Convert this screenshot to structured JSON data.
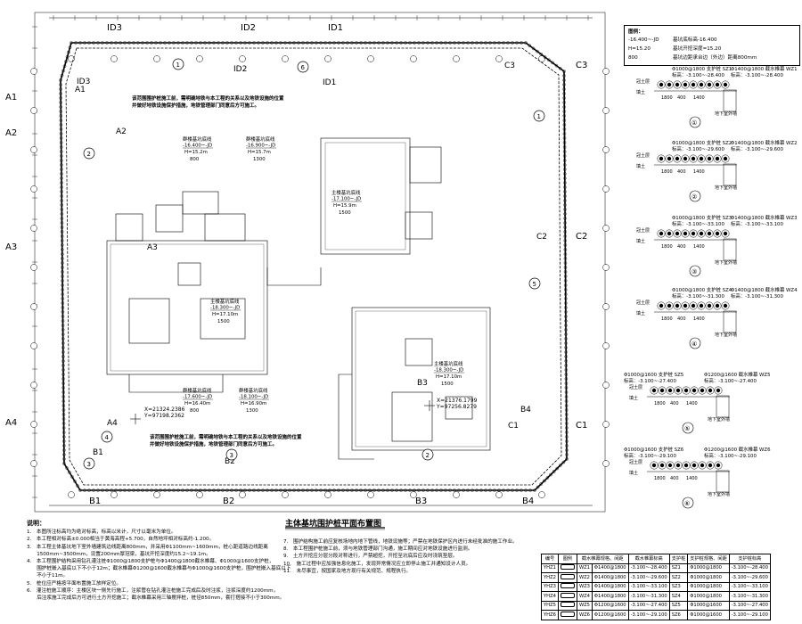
{
  "zones": {
    "top": [
      "ID3",
      "ID2",
      "ID1"
    ],
    "top_inner": [
      "ID3",
      "ID2",
      "ID1"
    ],
    "left": [
      "A1",
      "A2",
      "A3",
      "A4"
    ],
    "left_inner": [
      "A1",
      "A2",
      "A3",
      "A4"
    ],
    "right": [
      "C3",
      "C2",
      "C1"
    ],
    "right_inner": [
      "C3",
      "C2",
      "C1"
    ],
    "bottom": [
      "B1",
      "B2",
      "B3",
      "B4"
    ],
    "bottom_inner": [
      "B1",
      "B2",
      "B3",
      "B4"
    ]
  },
  "section_markers": [
    "1",
    "2",
    "3",
    "4",
    "5",
    "6"
  ],
  "pits": [
    {
      "title": "主楼基坑底线",
      "elev": "-17.100~-JD",
      "h": "H=15.9m",
      "w": "1500"
    },
    {
      "title": "主楼基坑底线",
      "elev": "-18.300~-JD",
      "h": "H=17.10m",
      "w": "1500"
    },
    {
      "title": "主楼基坑底线",
      "elev": "-18.300~-JD",
      "h": "H=17.10m",
      "w": "1500"
    },
    {
      "title": "群楼基坑底线",
      "elev": "-16.400~-JD",
      "h": "H=15.2m",
      "w": "800"
    },
    {
      "title": "群楼基坑底线",
      "elev": "-16.900~-JD",
      "h": "H=15.7m",
      "w": "1300"
    },
    {
      "title": "群楼基坑底线",
      "elev": "-17.600~-JD",
      "h": "H=16.40m",
      "w": "800"
    },
    {
      "title": "群楼基坑底线",
      "elev": "-18.100~-JD",
      "h": "H=16.90m",
      "w": "1300"
    }
  ],
  "coords": [
    {
      "x": "X=21324.2386",
      "y": "Y=97198.2362"
    },
    {
      "x": "X=21376.1799",
      "y": "Y=97256.8279"
    }
  ],
  "annotations": [
    "该范围围护桩施工前，需明确地铁与本工程的关系以及地铁设施的位置",
    "并做好地铁设施保护措施，地铁管理部门同意后方可施工。",
    "该范围围护桩施工前，需明确地铁与本工程的关系以及地铁设施的位置",
    "并做好地铁设施保护措施，地铁管理部门同意后方可施工。"
  ],
  "plan_title": "主体基坑围护桩平面布置图",
  "legend": {
    "label": "图例：",
    "rows": [
      {
        "value": "-16.400~-JD",
        "desc": "基坑底标高-16.400"
      },
      {
        "value": "H=15.20",
        "desc": "基坑开挖深度=15.20"
      },
      {
        "value": "800",
        "desc": "基坑边距承台边（外边）距离800mm"
      }
    ]
  },
  "sections": [
    {
      "id": "①",
      "sz": "Φ1000@1800 支护桩 SZ1",
      "sz_elev": "标高：-3.100~-28.400",
      "wz": "Φ1400@1800 截水帷幕 WZ1",
      "wz_elev": "标高：-3.100~-28.400"
    },
    {
      "id": "②",
      "sz": "Φ1000@1800 支护桩 SZ2",
      "sz_elev": "标高：-3.100~-29.600",
      "wz": "Φ1400@1800 截水帷幕 WZ2",
      "wz_elev": "标高：-3.100~-29.600"
    },
    {
      "id": "③",
      "sz": "Φ1000@1800 支护桩 SZ3",
      "sz_elev": "标高：-3.100~-33.100",
      "wz": "Φ1400@1800 截水帷幕 WZ3",
      "wz_elev": "标高：-3.100~-33.100"
    },
    {
      "id": "④",
      "sz": "Φ1000@1800 支护桩 SZ4",
      "sz_elev": "标高：-3.100~-31.300",
      "wz": "Φ1400@1800 截水帷幕 WZ4",
      "wz_elev": "标高：-3.100~-31.300"
    },
    {
      "id": "⑤",
      "sz": "Φ1000@1600 支护桩 SZ5",
      "sz_elev": "标高：-3.100~-27.400",
      "wz": "Φ1200@1600 截水帷幕 WZ5",
      "wz_elev": "标高：-3.100~-27.400"
    },
    {
      "id": "⑥",
      "sz": "Φ1000@1600 支护桩 SZ6",
      "sz_elev": "标高：-3.100~-29.100",
      "wz": "Φ1200@1600 截水帷幕 WZ6",
      "wz_elev": "标高：-3.100~-29.100"
    }
  ],
  "section_labels": {
    "outside": "地下室外墙",
    "soil": "冠土层",
    "fill": "填土",
    "dims": [
      "1800",
      "400",
      "1400"
    ]
  },
  "notes": {
    "title": "说明：",
    "lines": [
      "1.　本图所注标高均为绝对标高，标高以米计，尺寸以毫米为单位。",
      "2.　本工程相对标高±0.000相当于黄海高程+5.700，自然地坪相对标高约-1.200。",
      "3.　本工程主体基坑地下室外墙建筑边线距离800mm，并采用Φ1100mm~1600mm，桩心距道路边线距离",
      "　　1500mm~3500mm，设置200mm厚冠梁，基坑开挖深度约15.2~19.1m。",
      "4.　本工程围护结构采用钻孔灌注桩Φ1000@1800支护桩与Φ1400@1800截水帷幕、Φ1000@1600支护桩，",
      "　　围护桩嵌入基底以下不小于12m；截水帷幕Φ1200@1600截水帷幕与Φ1000@1600支护桩，围护桩嵌入基底以下",
      "　　不小于11m。",
      "5.　桩位应严格按平面布置施工放样定位。",
      "6.　灌注桩施工顺序：主楼区块一侧先行施工，注浆管在钻孔灌注桩施工完成后及时注浆，注浆深度约1200mm，",
      "　　后注浆施工完成后方可进行土方开挖施工；截水帷幕采用三轴搅拌桩，桩径850mm，套打搭接不小于300mm。",
      "7.　围护结构施工前应复核场地内地下管线，地铁设施等；严禁在地铁保护区内进行未经批准的施工作业。",
      "8.　本工程围护桩施工前，须与地铁管理部门沟通，施工期间应对地铁设施进行监测。",
      "9.　土方开挖应分层分段对称进行，严禁超挖，开挖至坑底后应及时浇筑垫层。",
      "10.　施工过程中应加强信息化施工，发现异常情况应立即停止施工并通知设计人员。",
      "11.　未尽事宜，按国家及地方现行有关规范、规程执行。"
    ]
  },
  "schedule": {
    "headers": [
      "编号",
      "图例",
      "截水帷幕规格、间距",
      "截水帷幕标高",
      "支护桩",
      "支护桩规格、间距",
      "支护桩标高"
    ],
    "rows": [
      [
        "YHZ1",
        "",
        "WZ1",
        "Φ1400@1800",
        "-3.100~-28.400",
        "SZ1",
        "Φ1000@1800",
        "-3.100~-28.400"
      ],
      [
        "YHZ2",
        "",
        "WZ2",
        "Φ1400@1800",
        "-3.100~-29.600",
        "SZ2",
        "Φ1000@1800",
        "-3.100~-29.600"
      ],
      [
        "YHZ3",
        "",
        "WZ3",
        "Φ1400@1800",
        "-3.100~-33.100",
        "SZ3",
        "Φ1000@1800",
        "-3.100~-33.100"
      ],
      [
        "YHZ4",
        "",
        "WZ4",
        "Φ1400@1800",
        "-3.100~-31.300",
        "SZ4",
        "Φ1000@1800",
        "-3.100~-31.300"
      ],
      [
        "YHZ5",
        "",
        "WZ5",
        "Φ1200@1600",
        "-3.100~-27.400",
        "SZ5",
        "Φ1000@1600",
        "-3.100~-27.400"
      ],
      [
        "YHZ6",
        "",
        "WZ6",
        "Φ1200@1600",
        "-3.100~-29.100",
        "SZ6",
        "Φ1000@1600",
        "-3.100~-29.100"
      ]
    ]
  }
}
